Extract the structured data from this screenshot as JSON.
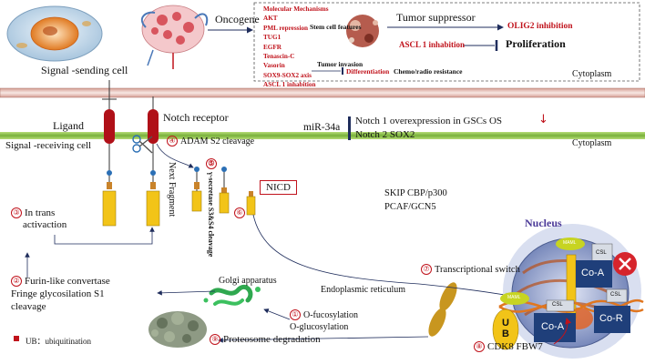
{
  "top": {
    "signal_sending_cell": "Signal -sending cell",
    "oncogene": "Oncogene",
    "mechanisms": [
      "Molecular Mechanisms",
      "AKT",
      "PML repression",
      "TUG1",
      "EGFR",
      "Tenascin-C",
      "Vasorin",
      "SOX9-SOX2 axis",
      "ASCL 1 inhabition"
    ],
    "stem_cell_features": "Stem cell features",
    "tumor_invasion": "Tumor invasion",
    "differentiation": "Differentiation",
    "chemo_radio": "Chemo/radio resistance",
    "tumor_suppressor": "Tumor suppressor",
    "olig2": "OLIG2 inhibition",
    "ascl1": "ASCL 1 inhabition",
    "proliferation": "Proliferation",
    "cytoplasm": "Cytoplasm"
  },
  "middle": {
    "ligand": "Ligand",
    "notch_receptor": "Notch receptor",
    "signal_receiving_cell": "Signal -receiving cell",
    "adam_num": "④",
    "adam": "ADAM S2 cleavage",
    "mir34a": "miR-34a",
    "notch1": "Notch 1 overexpression  in GSCs  OS",
    "notch2": "Notch 2 SOX2",
    "cytoplasm2": "Cytoplasm"
  },
  "lower": {
    "next_fragment": "Next Fragment",
    "gamma_num": "⑤",
    "gamma": "γ-secretase S3&S4 cleavage",
    "step6": "⑥",
    "nicd": "NICD",
    "skip": "SKIP CBP/p300",
    "pcaf": "PCAF/GCN5",
    "nucleus": "Nucleus",
    "step3_num": "③",
    "step3_a": "In trans",
    "step3_b": "activaction",
    "step2_num": "②",
    "step2_a": "Furin-like convertase",
    "step2_b": "Fringe glycosilation S1",
    "step2_c": "cleavage",
    "golgi": "Golgi apparatus",
    "er": "Endoplasmic reticulum",
    "step7_num": "⑦",
    "step7": "Transcriptional switch",
    "step1_num": "①",
    "step1_a": "O-fucosylation",
    "step1_b": "O-glucosylation",
    "step9_num": "⑨",
    "step9": "Proteosome degradation",
    "step8_num": "⑧",
    "step8": "CDK8 FBW7",
    "legend": "UB：ubiquitination",
    "ub": "U\nB",
    "ub_u": "U",
    "ub_b": "B",
    "csl": "CSL",
    "maml": "MAML",
    "coa": "Co-A",
    "cor": "Co-R"
  },
  "colors": {
    "accent_red": "#c0121b",
    "membrane_green": "#8cc63f",
    "receptor_red": "#b01018",
    "notch_yellow": "#f2c418",
    "arrow_navy": "#1f2d5c"
  }
}
